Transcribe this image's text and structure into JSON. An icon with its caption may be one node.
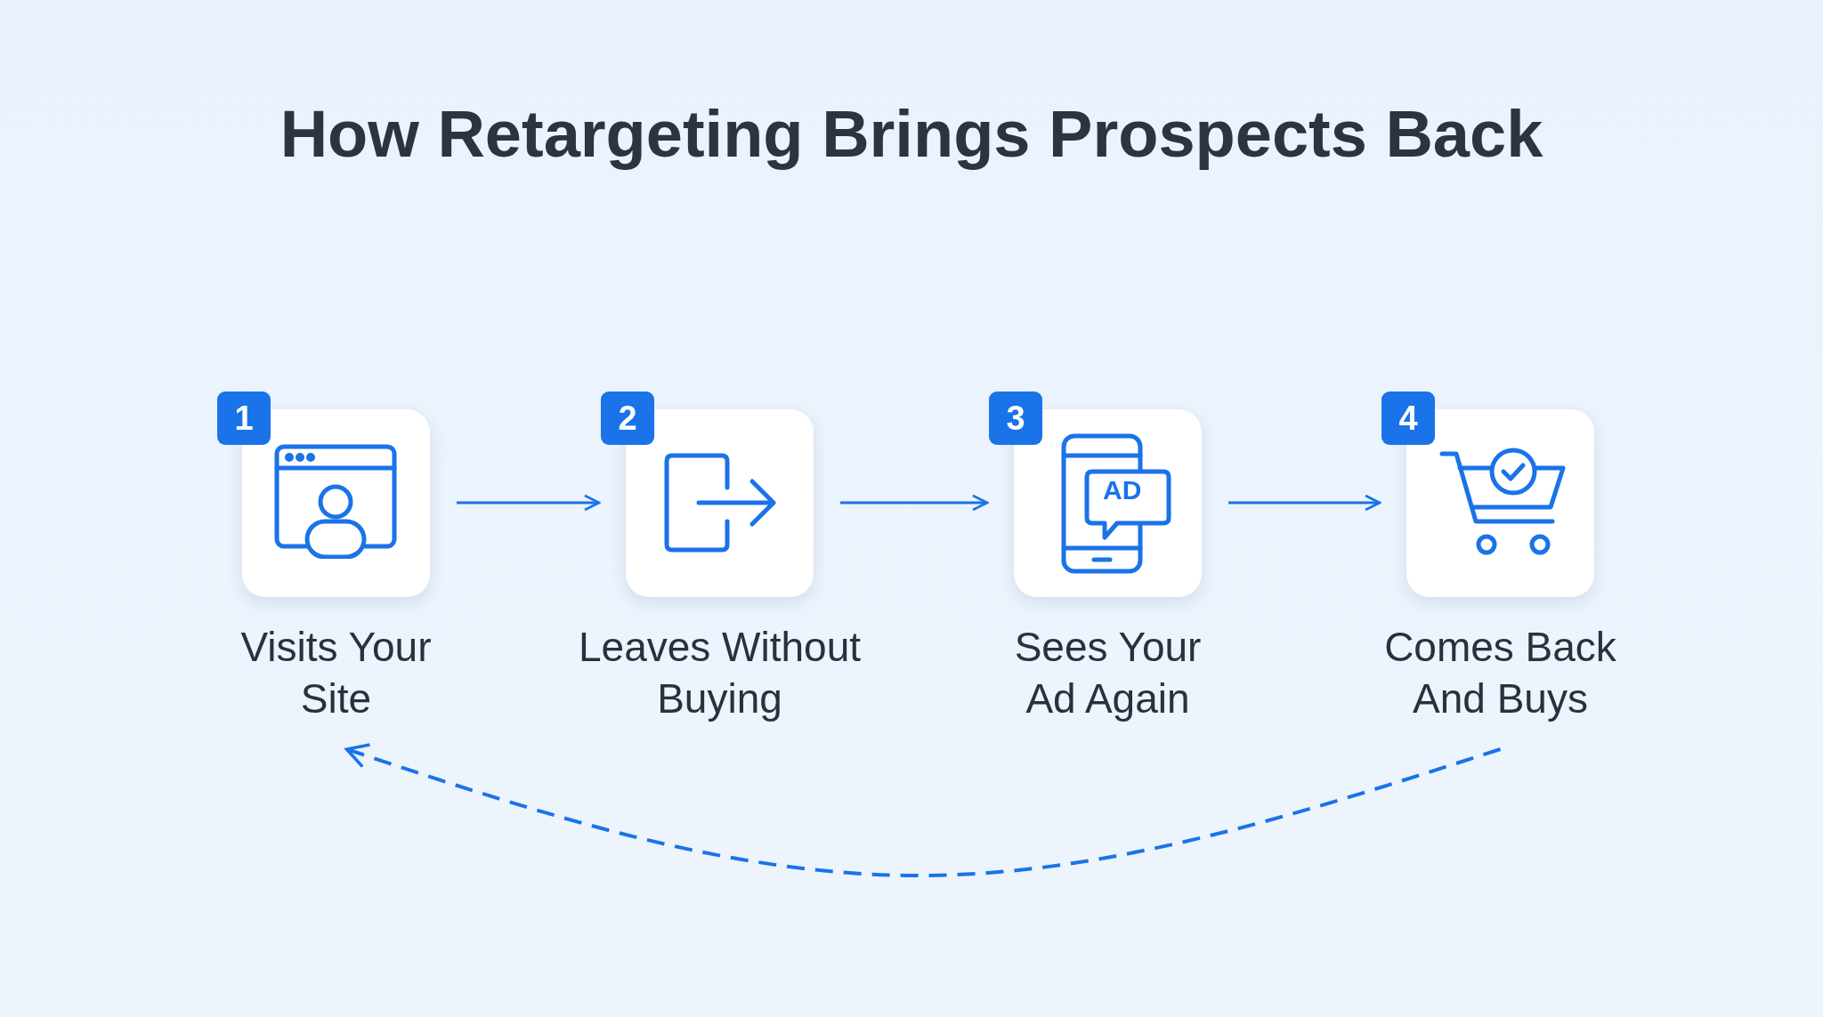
{
  "diagram": {
    "title": "How Retargeting Brings Prospects Back",
    "nodes": [
      {
        "text": [
          "1",
          "Visits Your Site"
        ]
      },
      {
        "text": [
          "2",
          "Leaves Without Buying"
        ]
      },
      {
        "text": [
          "3",
          "Sees Your Ad Again"
        ]
      },
      {
        "text": [
          "4",
          "Comes Back And Buys"
        ]
      }
    ],
    "edges": [
      {
        "from": 0,
        "to": 1,
        "arrow": "to"
      },
      {
        "from": 1,
        "to": 2,
        "arrow": "to"
      },
      {
        "from": 2,
        "to": 3,
        "arrow": "to"
      },
      {
        "from": 3,
        "to": 0,
        "arrow": "to",
        "style": "dashed"
      }
    ],
    "labels": [
      "AD"
    ]
  }
}
